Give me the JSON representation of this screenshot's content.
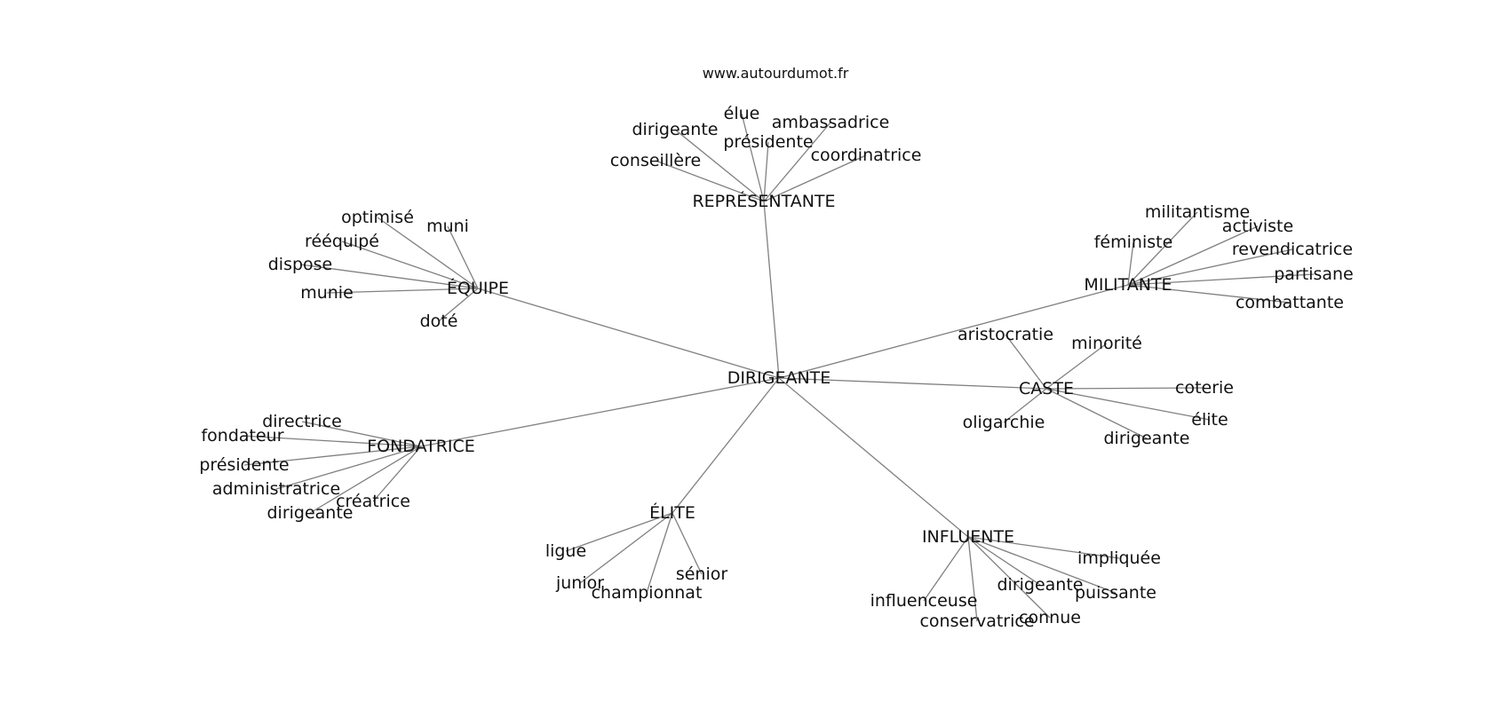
{
  "source_text": "www.autourdumot.fr",
  "center": {
    "id": "center",
    "label": "DIRIGEANTE"
  },
  "hubs": [
    {
      "id": "representante",
      "label": "REPRÉSENTANTE",
      "leaves": [
        "dirigeante",
        "élue",
        "ambassadrice",
        "présidente",
        "coordinatrice",
        "conseillère"
      ]
    },
    {
      "id": "equipe",
      "label": "ÉQUIPE",
      "leaves": [
        "optimisé",
        "muni",
        "rééquipé",
        "dispose",
        "munie",
        "doté"
      ]
    },
    {
      "id": "militante",
      "label": "MILITANTE",
      "leaves": [
        "militantisme",
        "activiste",
        "féministe",
        "revendicatrice",
        "partisane",
        "combattante"
      ]
    },
    {
      "id": "caste",
      "label": "CASTE",
      "leaves": [
        "aristocratie",
        "minorité",
        "coterie",
        "élite",
        "oligarchie",
        "dirigeante"
      ]
    },
    {
      "id": "fondatrice",
      "label": "FONDATRICE",
      "leaves": [
        "directrice",
        "fondateur",
        "présidente",
        "administratrice",
        "créatrice",
        "dirigeante"
      ]
    },
    {
      "id": "elite",
      "label": "ÉLITE",
      "leaves": [
        "ligue",
        "junior",
        "championnat",
        "sénior"
      ]
    },
    {
      "id": "influente",
      "label": "INFLUENTE",
      "leaves": [
        "impliquée",
        "dirigeante",
        "puissante",
        "influenceuse",
        "conservatrice",
        "connue"
      ]
    }
  ]
}
